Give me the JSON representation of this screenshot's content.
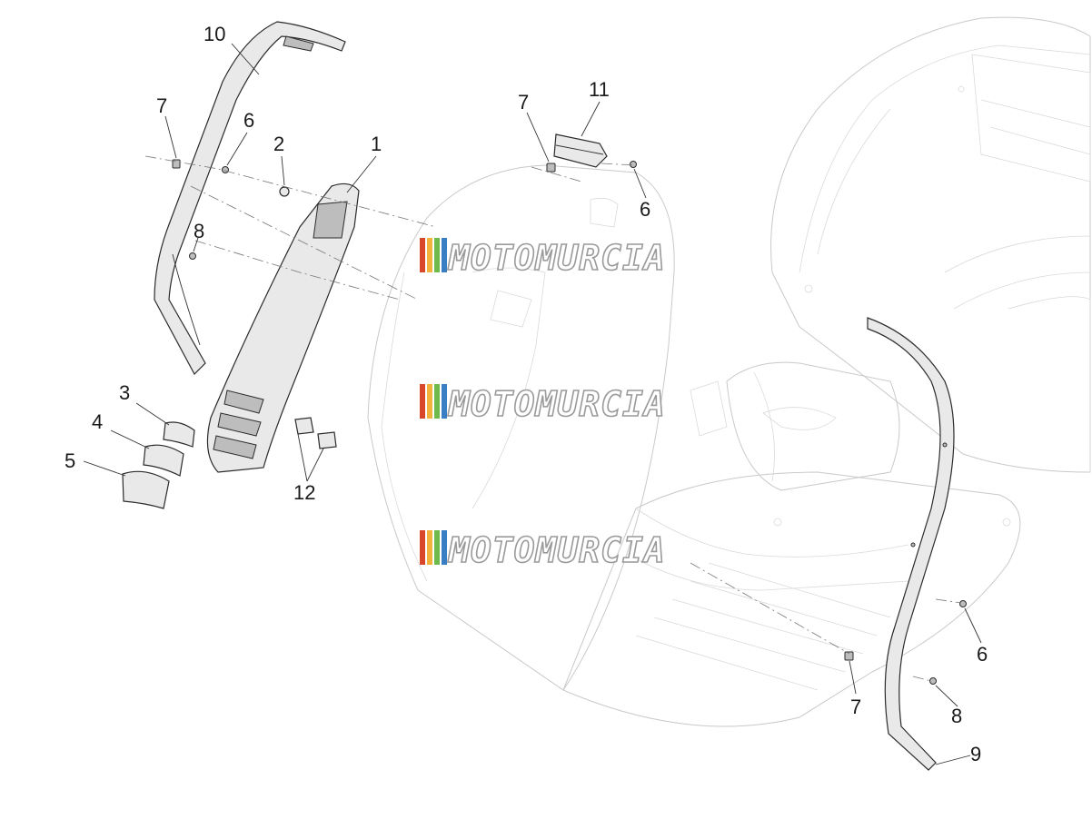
{
  "watermark": {
    "text": "MOTOMURCIA",
    "stripe_colors": [
      "#d9472b",
      "#f2b33d",
      "#6fb94d",
      "#3a7fc4"
    ]
  },
  "callouts": [
    "10",
    "7",
    "6",
    "2",
    "1",
    "8",
    "3",
    "4",
    "5",
    "12",
    "7",
    "11",
    "6",
    "6",
    "7",
    "8",
    "9"
  ]
}
